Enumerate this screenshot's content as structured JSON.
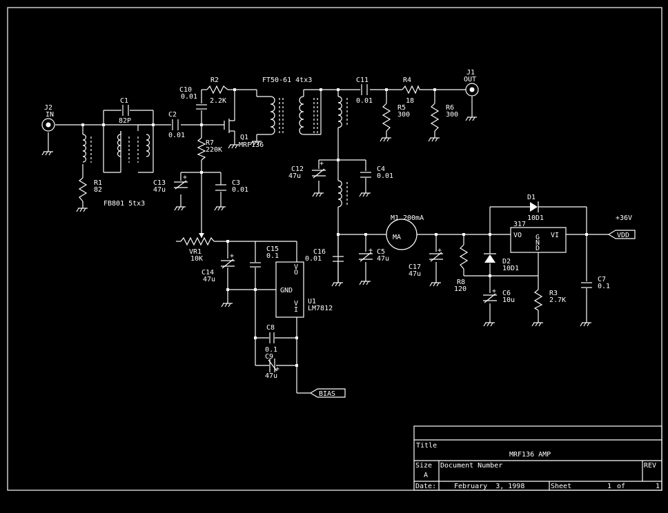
{
  "schematic": {
    "connectors": {
      "j2_ref": "J2",
      "j2_name": "IN",
      "j1_ref": "J1",
      "j1_name": "OUT"
    },
    "parts": {
      "c1_ref": "C1",
      "c1_val": "82P",
      "r1_ref": "R1",
      "r1_val": "82",
      "fb_label": "FB801 5tx3",
      "c2_ref": "C2",
      "c2_val": "0.01",
      "c10_ref": "C10",
      "c10_val": "0.01",
      "r2_ref": "R2",
      "r2_val": "2.2K",
      "r7_ref": "R7",
      "r7_val": "220K",
      "q1_ref": "Q1",
      "q1_val": "MRF136",
      "c13_ref": "C13",
      "c13_val": "47u",
      "c3_ref": "C3",
      "c3_val": "0.01",
      "ft_label": "FT50-61 4tx3",
      "c11_ref": "C11",
      "c11_val": "0.01",
      "r4_ref": "R4",
      "r4_val": "18",
      "r5_ref": "R5",
      "r5_val": "300",
      "r6_ref": "R6",
      "r6_val": "300",
      "c12_ref": "C12",
      "c12_val": "47u",
      "c4_ref": "C4",
      "c4_val": "0.01",
      "m1_ref": "M1",
      "m1_val": "200mA",
      "m1_face": "MA",
      "d1_ref": "D1",
      "d1_val": "10D1",
      "supply": "+36V",
      "vdd": "VDD",
      "u317": "317",
      "u317_vo": "VO",
      "u317_vi": "VI",
      "u317_g": "G",
      "u317_n": "N",
      "u317_d": "D",
      "vr1_ref": "VR1",
      "vr1_val": "10K",
      "c15_ref": "C15",
      "c15_val": "0.1",
      "c14_ref": "C14",
      "c14_val": "47u",
      "u1_ref": "U1",
      "u1_val": "LM7812",
      "u1_v1": "V",
      "u1_o": "O",
      "u1_gnd": "GND",
      "u1_v2": "V",
      "u1_i": "I",
      "c16_ref": "C16",
      "c16_val": "0.01",
      "c5_ref": "C5",
      "c5_val": "47u",
      "c17_ref": "C17",
      "c17_val": "47u",
      "r8_ref": "R8",
      "r8_val": "120",
      "d2_ref": "D2",
      "d2_val": "10D1",
      "c6_ref": "C6",
      "c6_val": "10u",
      "r3_ref": "R3",
      "r3_val": "2.7K",
      "c7_ref": "C7",
      "c7_val": "0.1",
      "c8_ref": "C8",
      "c8_val": "0.1",
      "c9_ref": "C9",
      "c9_val": "47u",
      "bias": "BIAS",
      "plus": "+"
    }
  },
  "title_block": {
    "title_label": "Title",
    "title": "MRF136 AMP",
    "size_label": "Size",
    "size": "A",
    "docnum_label": "Document Number",
    "rev_label": "REV",
    "date_label": "Date:",
    "date": "February  3, 1998",
    "sheet_label": "Sheet",
    "sheet_num": "1",
    "of_label": "of",
    "sheet_total": "1"
  },
  "colors": {
    "background": "#000000",
    "ink": "#ffffff"
  }
}
